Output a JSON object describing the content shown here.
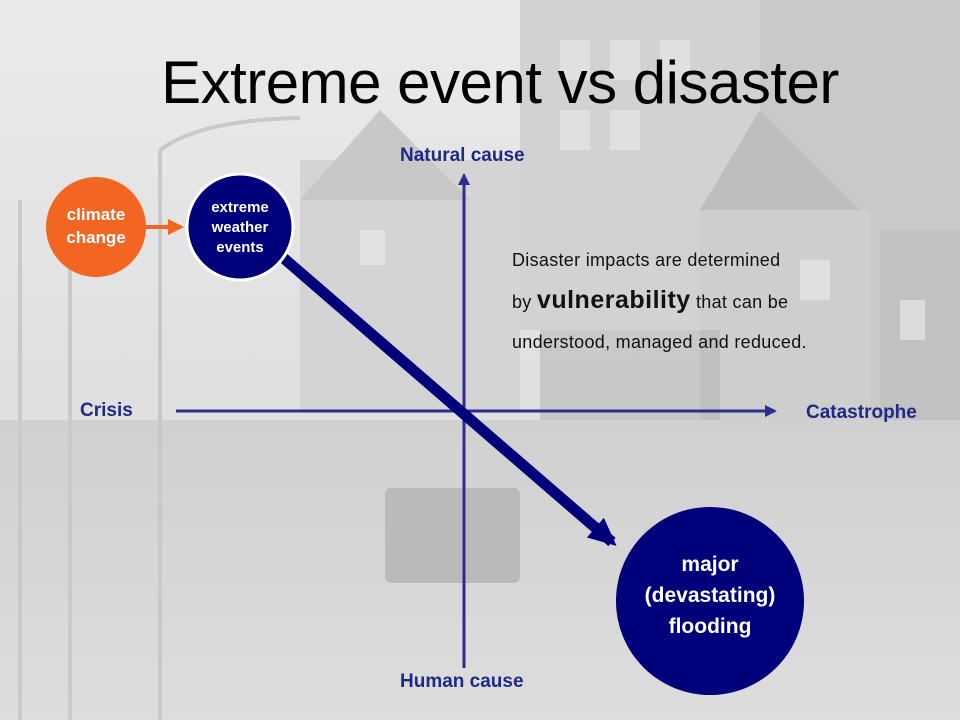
{
  "title": "Extreme event vs disaster",
  "axes": {
    "top": "Natural cause",
    "bottom": "Human cause",
    "left": "Crisis",
    "right": "Catastrophe"
  },
  "nodes": {
    "climate_change": {
      "lines": [
        "climate",
        "change"
      ],
      "color": "#f26522"
    },
    "extreme_weather": {
      "lines": [
        "extreme",
        "weather",
        "events"
      ],
      "color": "#00007a"
    },
    "major_flooding": {
      "lines": [
        "major",
        "(devastating)",
        "flooding"
      ],
      "color": "#00007a"
    }
  },
  "note": {
    "line1": "Disaster impacts are determined",
    "line2_prefix": "by ",
    "line2_emphasis": "vulnerability",
    "line2_suffix": " that can be",
    "line3": "understood, managed and reduced."
  },
  "colors": {
    "axis": "#2b2e8c",
    "diagonal_arrow": "#00007a",
    "climate_arrow": "#f26522",
    "axis_label": "#1f2a86"
  }
}
